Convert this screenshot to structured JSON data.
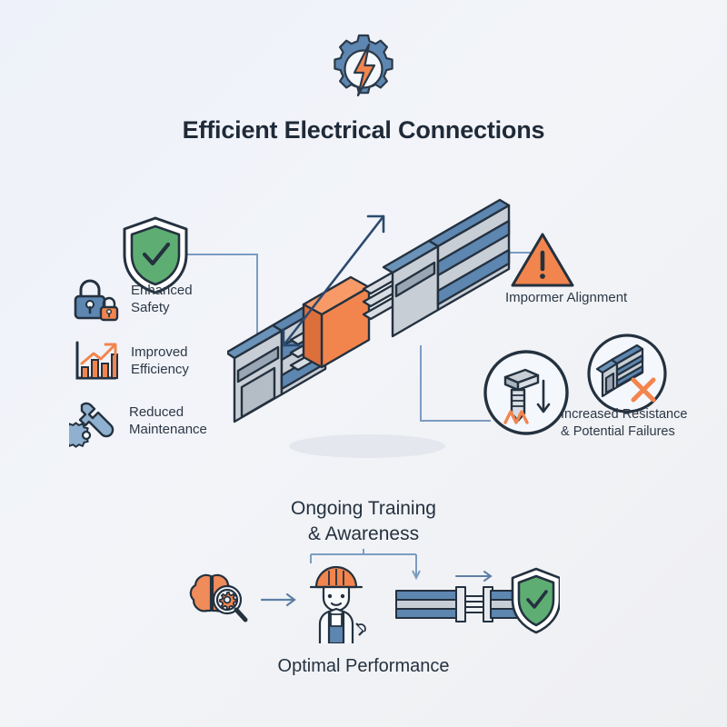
{
  "header": {
    "title": "Efficient Electrical Connections",
    "icon": "gear-lightning-icon"
  },
  "benefits": {
    "shield_icon": "shield-check-icon",
    "items": [
      {
        "label": "Enhanced\nSafety",
        "icon": "padlock-icon"
      },
      {
        "label": "Improved\nEfficiency",
        "icon": "bar-chart-growth-icon"
      },
      {
        "label": "Reduced\nMaintenance",
        "icon": "wrench-gear-icon"
      }
    ]
  },
  "risks": {
    "warning_icon": "warning-triangle-icon",
    "items": [
      {
        "label": "Impormer Alignment",
        "icon": "warning-triangle-icon"
      },
      {
        "label": "Increased Resistance\n& Potential Failures",
        "icon": "loose-screw-icon"
      }
    ],
    "secondary_icon": "busbar-rejected-icon"
  },
  "center": {
    "illustration": "isometric-busbar-connector",
    "arrow": "double-headed-arrow",
    "connector_block_color": "#f2854e",
    "rail_blue": "#5d86b0",
    "rail_gray": "#c8ced6"
  },
  "bottom": {
    "title": "Ongoing Training\n& Awareness",
    "caption": "Optimal Performance",
    "flow": [
      {
        "label": "brain-magnifier-icon"
      },
      {
        "label": "worker-hardhat-icon"
      },
      {
        "label": "busbar-joint-icon"
      },
      {
        "label": "shield-check-icon"
      }
    ]
  },
  "colors": {
    "background_top": "#eef1f9",
    "background_bottom": "#eeeff2",
    "accent_orange": "#f2854e",
    "accent_blue": "#5d86b0",
    "accent_green": "#5eae73",
    "ink": "#24313f",
    "line": "#7b9cc2"
  }
}
